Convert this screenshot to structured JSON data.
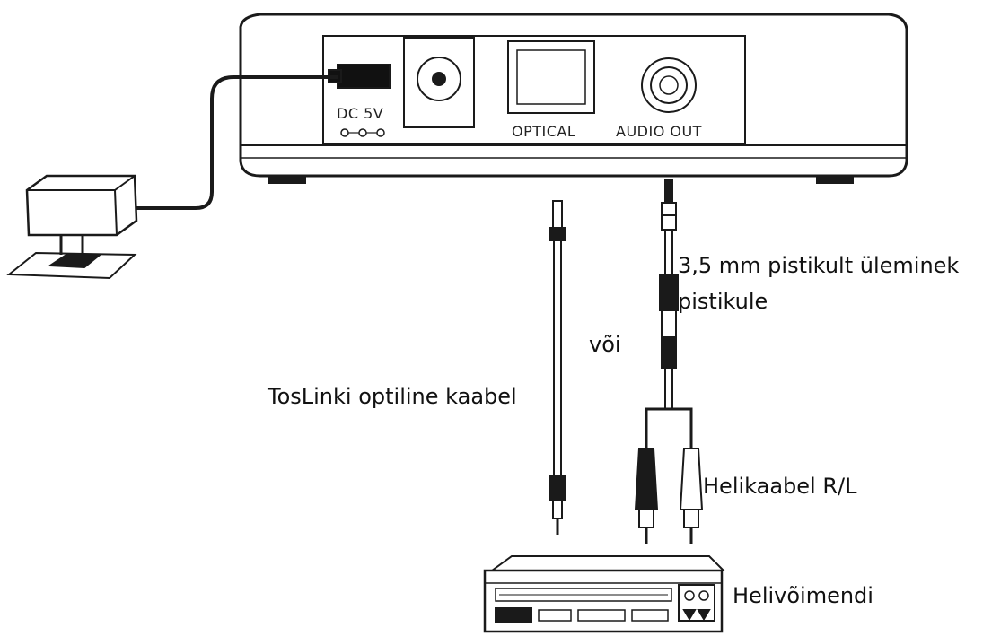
{
  "device": {
    "port_dc_label": "DC 5V",
    "port_optical_label": "OPTICAL",
    "port_audio_out_label": "AUDIO OUT"
  },
  "labels": {
    "adapter_line1": "3,5 mm pistikult üleminek",
    "adapter_line2": "pistikule",
    "or": "või",
    "toslink_cable": "TosLinki optiline kaabel",
    "rca_cable": "Helikaabel R/L",
    "amplifier": "Helivõimendi"
  },
  "colors": {
    "line": "#1a1a1a",
    "background": "#ffffff"
  }
}
